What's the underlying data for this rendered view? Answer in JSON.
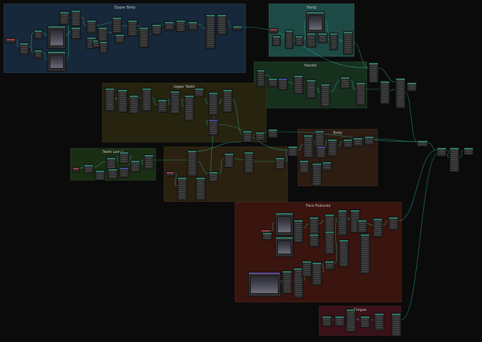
{
  "editor": {
    "background": "#0b0b0b",
    "wire_color": "#2fb39a",
    "frames": [
      {
        "id": "zipper-body",
        "label": "Zipper Body",
        "color": "#16283a"
      },
      {
        "id": "hang",
        "label": "Hang",
        "color": "#1e4a46"
      },
      {
        "id": "handel",
        "label": "Handel",
        "color": "#17301e"
      },
      {
        "id": "upper-teeth",
        "label": "Upper Teeth",
        "color": "#26240f"
      },
      {
        "id": "teeth-lower",
        "label": "Teeth Lower",
        "color": "#1a2e14"
      },
      {
        "id": "lower-teeth",
        "label": "",
        "color": "#2a2110"
      },
      {
        "id": "body",
        "label": "Body",
        "color": "#2c1c12"
      },
      {
        "id": "face-features",
        "label": "Face Features",
        "color": "#3a140e"
      },
      {
        "id": "tongue",
        "label": "Tongue",
        "color": "#3a1118"
      }
    ]
  }
}
